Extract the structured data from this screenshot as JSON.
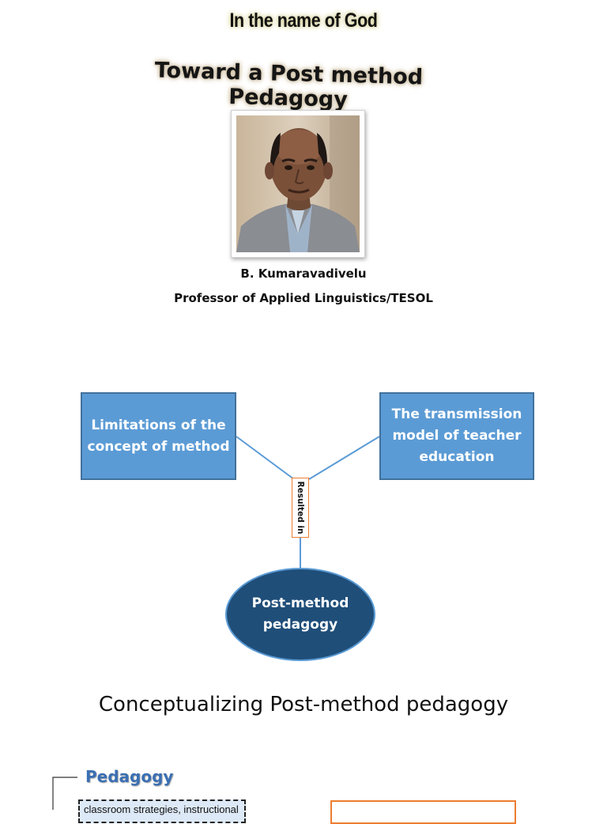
{
  "header": {
    "top_title": "In the name of God",
    "main_title": "Toward a Post method Pedagogy"
  },
  "author": {
    "name": "B. Kumaravadivelu",
    "role": "Professor of Applied Linguistics/TESOL"
  },
  "diagram": {
    "left_box": "Limitations of the concept of method",
    "right_box": "The transmission model of teacher education",
    "connector_label": "Resulted in",
    "result": "Post-method pedagogy"
  },
  "section": {
    "heading": "Conceptualizing Post-method pedagogy",
    "pedagogy_label": "Pedagogy",
    "item_partial": "classroom strategies, instructional"
  },
  "colors": {
    "box_fill": "#5b9bd5",
    "box_border": "#41719c",
    "ellipse_fill": "#1f4e79",
    "label_border": "#ed7d31",
    "pedagogy_text": "#3a6fb3"
  }
}
